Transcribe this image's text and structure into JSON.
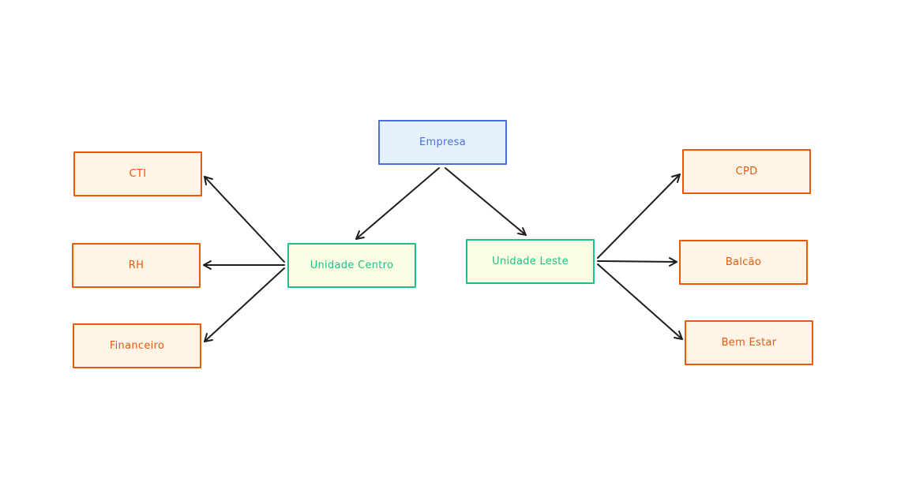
{
  "colors": {
    "background": "#ffffff",
    "edge": "#1e1e1e",
    "root_stroke": "#4a6fdc",
    "root_fill": "#e7f1fd",
    "root_text": "#4a6fdc",
    "unit_stroke": "#1cc08a",
    "unit_fill": "#fbfde3",
    "unit_text": "#1cc08a",
    "leaf_stroke": "#e8590c",
    "leaf_fill": "#fff4e6",
    "leaf_text": "#e8590c"
  },
  "nodes": {
    "empresa": {
      "label": "Empresa",
      "kind": "root"
    },
    "centro": {
      "label": "Unidade Centro",
      "kind": "unit"
    },
    "leste": {
      "label": "Unidade Leste",
      "kind": "unit"
    },
    "cti": {
      "label": "CTI",
      "kind": "leaf"
    },
    "rh": {
      "label": "RH",
      "kind": "leaf"
    },
    "financeiro": {
      "label": "Financeiro",
      "kind": "leaf"
    },
    "cpd": {
      "label": "CPD",
      "kind": "leaf"
    },
    "balcao": {
      "label": "Balcão",
      "kind": "leaf"
    },
    "bem_estar": {
      "label": "Bem Estar",
      "kind": "leaf"
    }
  },
  "edges": [
    {
      "from": "empresa",
      "to": "centro"
    },
    {
      "from": "empresa",
      "to": "leste"
    },
    {
      "from": "centro",
      "to": "cti"
    },
    {
      "from": "centro",
      "to": "rh"
    },
    {
      "from": "centro",
      "to": "financeiro"
    },
    {
      "from": "leste",
      "to": "cpd"
    },
    {
      "from": "leste",
      "to": "balcao"
    },
    {
      "from": "leste",
      "to": "bem_estar"
    }
  ]
}
